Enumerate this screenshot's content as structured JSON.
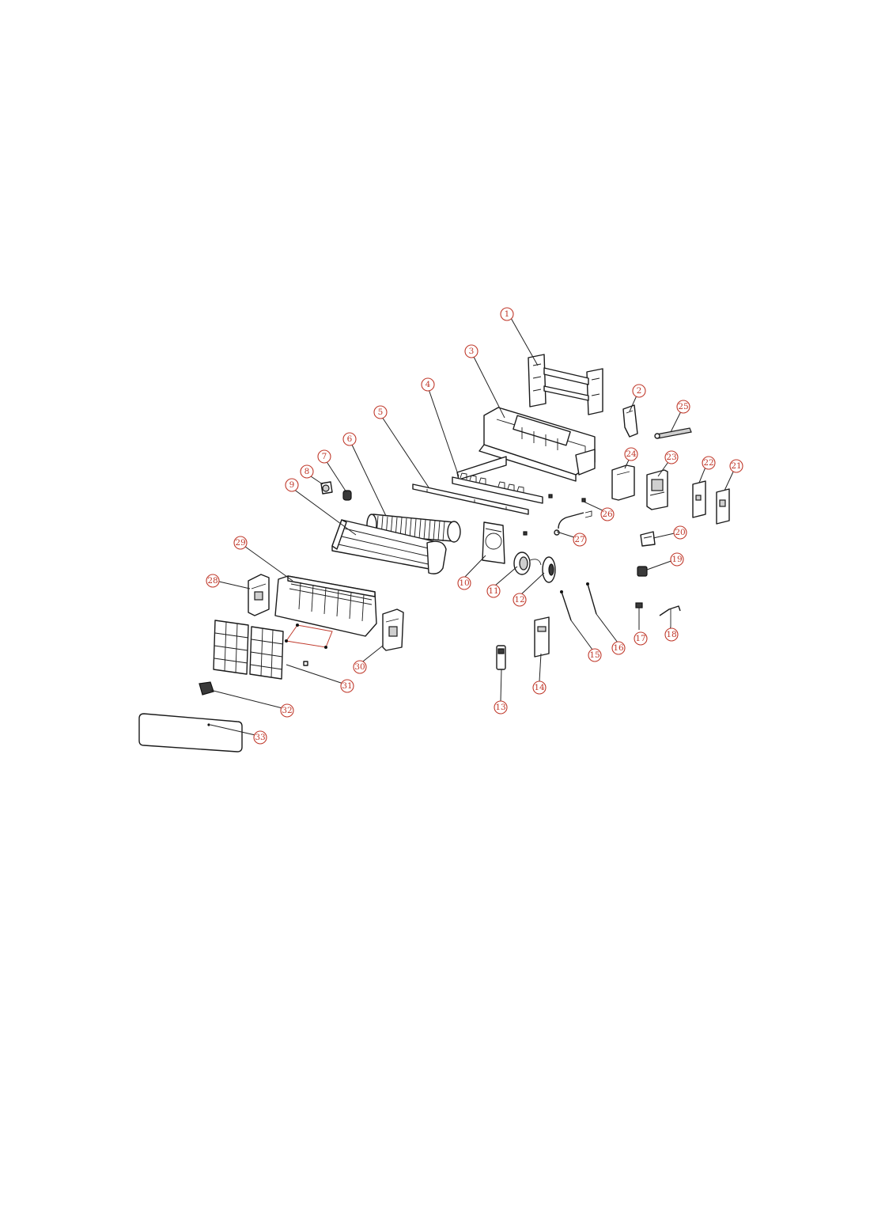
{
  "diagram": {
    "callouts": [
      "1",
      "2",
      "3",
      "4",
      "5",
      "6",
      "7",
      "8",
      "9",
      "10",
      "11",
      "12",
      "13",
      "14",
      "15",
      "16",
      "17",
      "18",
      "19",
      "20",
      "21",
      "22",
      "23",
      "24",
      "25",
      "26",
      "27",
      "28",
      "29",
      "30",
      "31",
      "32",
      "33"
    ],
    "colors": {
      "callout": "#c0392b",
      "line": "#1a1a1a",
      "background": "#ffffff"
    }
  }
}
